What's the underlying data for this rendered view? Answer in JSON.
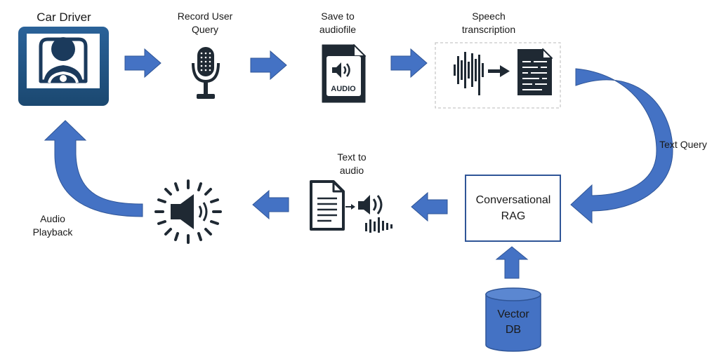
{
  "nodes": {
    "car_driver": "Car Driver",
    "record_user_query": [
      "Record User",
      "Query"
    ],
    "save_to_audiofile": [
      "Save to",
      "audiofile"
    ],
    "speech_transcription": [
      "Speech",
      "transcription"
    ],
    "conversational_rag": [
      "Conversational",
      "RAG"
    ],
    "vector_db": [
      "Vector",
      "DB"
    ],
    "text_to_audio": [
      "Text to",
      "audio"
    ]
  },
  "edges": {
    "text_query": "Text Query",
    "audio_playback": [
      "Audio",
      "Playback"
    ]
  },
  "icons": {
    "driver": "car-driver-icon",
    "microphone": "microphone-icon",
    "audio_file": "audio-file-icon",
    "audio_file_badge": "AUDIO",
    "speech_to_text": "speech-to-text-icon",
    "text_to_speech": "text-to-speech-icon",
    "speaker": "speaker-loud-icon",
    "database": "database-icon"
  },
  "colors": {
    "arrow": "#4472c4",
    "driver_tile": "#1f4e79",
    "icon_dark": "#1f2933",
    "rag_border": "#2f5597",
    "db_fill": "#4472c4"
  }
}
